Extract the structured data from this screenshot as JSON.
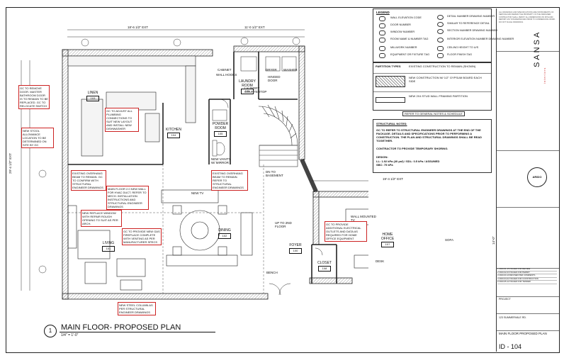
{
  "plan": {
    "number": "1",
    "title": "MAIN FLOOR- PROPOSED PLAN",
    "scale": "1/4\" = 1'-0\""
  },
  "dims": {
    "top_left": "18'-6 1/2\" EXT",
    "top_mid": "11'-0 1/2\" EXT",
    "right_top": "19'-4 1/2\" EXT",
    "left_vert": "29'-4 1/2\" EXT",
    "right_vert": "14'-0\""
  },
  "rooms": {
    "linen": {
      "name": "LINEN",
      "tag": "103"
    },
    "kitchen": {
      "name": "KITCHEN",
      "tag": "104"
    },
    "powder": {
      "name": "POWDER ROOM",
      "tag": "105"
    },
    "laundry": {
      "name": "LAUNDRY ROOM",
      "tag": "106"
    },
    "living": {
      "name": "LIVING",
      "tag": "101"
    },
    "dining": {
      "name": "DINING",
      "tag": "102"
    },
    "foyer": {
      "name": "FOYER",
      "tag": "100"
    },
    "office": {
      "name": "HOME OFFICE",
      "tag": "107"
    },
    "closet": {
      "name": "CLOSET",
      "tag": "108"
    }
  },
  "labels": {
    "wall_hooks": "WALL HOOKS",
    "cabinet": "CABINET",
    "laundry_counter": "LAUNDRY COUNTERTOP",
    "hinged_door": "HINGED DOOR",
    "dryer": "DRYER",
    "washer": "WASHER",
    "wall_mounted_tv": "WALL MOUNTED TV",
    "new_tv": "NEW TV",
    "bench": "BENCH",
    "sofa": "SOFA",
    "desk": "DESK",
    "up_to_second": "UP TO 2ND FLOOR",
    "dn_to_base": "DN TO BASEMENT",
    "powder_vanity": "NEW VANITY W/ MIRROR"
  },
  "notes": {
    "left_top": "GC TO REMOVE DOOR. MASTER BATHROOM DOOR IS TO REMAIN TO BE REPLACED. GC TO RELOCATE SWITCH",
    "left_mid": "NEW STOOL ALLOWANCE LOCATION TO BE DETERMINED ON SITE BY GC",
    "kitchen_note": "GC TO ADJUST ALL PLUMBING CONNECTIONS TO SUIT NEW LAYOUT AND INSTALL NEW DISHWASHER",
    "existing_overhang": "EXISTING OVERHANG BEAM TO REMAIN. GC TO CONFIRM WITH STRUCTURAL ENGINEER DRAWINGS",
    "existing_overhang_2": "EXISTING OVERHANG BEAM TO REMAIN. REFER TO STRUCTURAL ENGINEER DRAWINGS",
    "main_floor_note": "MAIN FLOOR 2.0 NEW WALL FOR HVAC DUCT. REFER TO MECH. INSTALLATION INSTRUCTIONS AND STRUCTURAL ENGINEER DRAWINGS",
    "new_replace": "NEW REPLACE WINDOW WITH REPAIR ROUGH OPENING TO SUIT AS PER ARCH.",
    "new_fireplace": "GC TO PROVIDE NEW GAS FIREPLACE COMPLETE WITH VENTING AS PER MANUFACTURER SPECS",
    "column_note": "NEW STEEL COLUMN AS PER STRUCTURAL ENGINEER DRAWINGS",
    "office_note": "GC TO PROVIDE ADDITIONAL ELECTRICAL OUTLETS AND DATA AS REQUIRED FOR HOME OFFICE EQUIPMENT"
  },
  "legend": {
    "title": "LEGEND",
    "items": [
      "WALL ELEVATION CODE",
      "DOOR NUMBER",
      "WINDOW NUMBER",
      "ROOM NAME & NUMBER TAG",
      "MILLWORK NUMBER",
      "EQUIPMENT OR FIXTURE TAG",
      "DETAIL NUMBER DRAWING NUMBER",
      "SIMILAR TO REFERENCE DETAIL",
      "SECTION NUMBER DRAWING NUMBER",
      "INTERIOR ELEVATION NUMBER DRAWING NUMBER",
      "CEILING HEIGHT TO U/S",
      "FLOOR FINISH TAG"
    ]
  },
  "partition": {
    "title": "PARTITION TYPES",
    "types": [
      "EXISTING CONSTRUCTION TO REMAIN (SHOWN)",
      "NEW CONSTRUCTION W/ 1/2\" GYPSUM BOARD EACH SIDE",
      "NEW 2X4 STUD WALL FRAMING PARTITION"
    ]
  },
  "notes_button": "REFER TO GENERAL NOTES & SCHEDULE",
  "structural": {
    "title": "STRUCTURAL NOTES:",
    "body": "GC TO REFER TO STRUCTURAL ENGINEER DRAWINGS AT THE END OF THE PACKAGE. DETAILS AND SPECIFICATIONS PRIOR TO PERFORMING A CONSTRUCTION. THE PLAN AND STRUCTURAL DRAWINGS SHALL BE READ TOGETHER.",
    "sub": "CONTRACTOR TO PROVIDE TEMPORARY SHORING.",
    "load_title": "DESIGN:",
    "loads": "LL: 1.92 kPa (40 psf) / SDL: 0.5 kPa / ASSUMED SBC: 75 kPa"
  },
  "title_block": {
    "company": "SANSA",
    "tagline": "interiors",
    "seal": "ARIDO",
    "project_label": "PROJECT",
    "project": "123 SUMMERVALE RD.",
    "sheet_name": "MAIN FLOOR PROPOSED PLAN",
    "sheet_number": "ID - 104",
    "revisions": [
      "1  2023-01-15  ISSUED FOR REVIEW",
      "2  2023-02-03  ISSUED FOR PERMIT",
      "3  2023-03-10  REVISED PER COMMENTS",
      "4  2023-04-02  ISSUED FOR CONSTRUCTION",
      "5  2023-05-12  ISSUED FOR TENDER"
    ]
  }
}
